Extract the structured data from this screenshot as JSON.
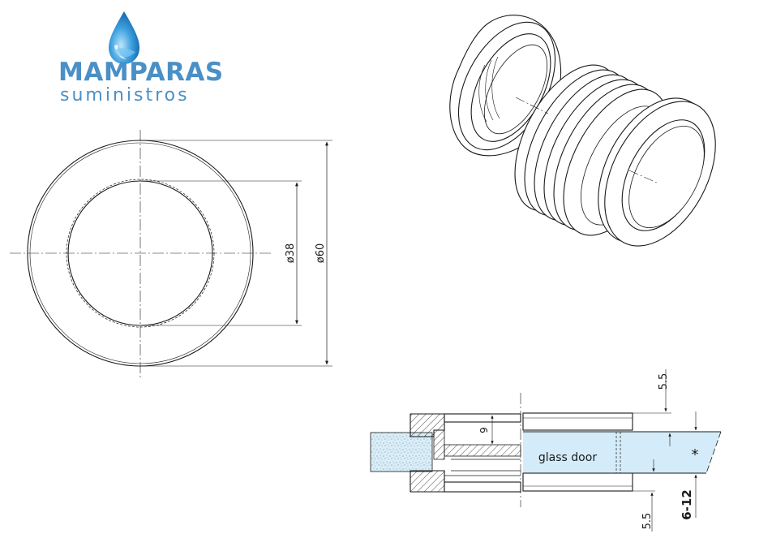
{
  "logo": {
    "brand": "MAMPARAS",
    "tagline": "suministros",
    "icon": "water-drop-icon",
    "color": "#4a90c6"
  },
  "front_view": {
    "inner_diameter_label": "ø38",
    "outer_diameter_label": "ø60"
  },
  "section_view": {
    "glass_label": "glass door",
    "top_flange_label": "5.5",
    "bottom_flange_label": "5.5",
    "depth_label": "9",
    "thickness_label": "6-12",
    "asterisk": "*"
  },
  "colors": {
    "line": "#1a1a1a",
    "glass": "#d4ecf9",
    "wall": "#e6f2f9"
  }
}
